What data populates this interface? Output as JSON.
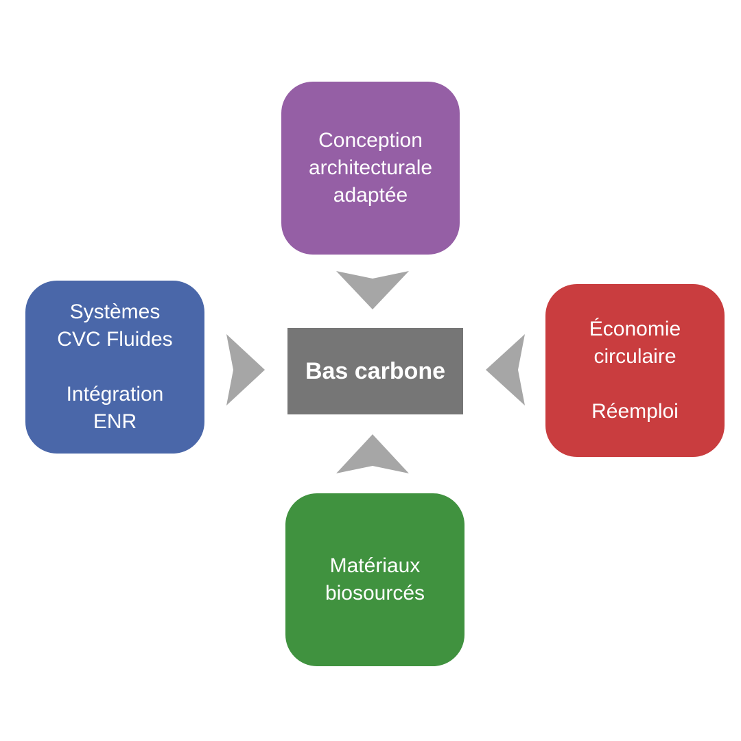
{
  "center": {
    "label": "Bas carbone"
  },
  "nodes": {
    "top": {
      "lines": [
        "Conception",
        "architecturale",
        "adaptée"
      ],
      "color": "#955fa5"
    },
    "left": {
      "lines": [
        "Systèmes",
        "CVC Fluides",
        "",
        "Intégration",
        "ENR"
      ],
      "color": "#4a67a9"
    },
    "right": {
      "lines": [
        "Économie",
        "circulaire",
        "",
        "Réemploi"
      ],
      "color": "#c93d3f"
    },
    "bottom": {
      "lines": [
        "Matériaux",
        "biosourcés"
      ],
      "color": "#40923f"
    }
  },
  "colors": {
    "center_box": "#767676",
    "arrows": "#a6a6a6",
    "text": "#ffffff"
  }
}
